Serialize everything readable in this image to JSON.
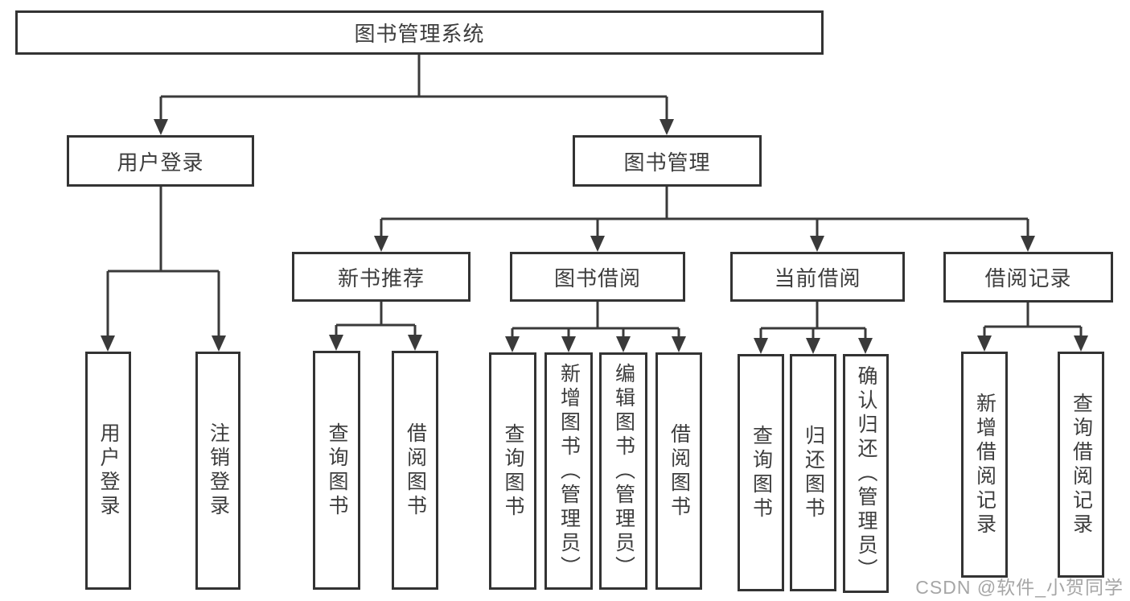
{
  "diagram_title": "图书管理系统",
  "colors": {
    "line": "#3a3a3a",
    "box_border": "#333333",
    "text": "#3d3d3d",
    "background": "#ffffff",
    "watermark": "#a6a6a6"
  },
  "tree": {
    "root": "图书管理系统",
    "children": [
      {
        "label": "用户登录",
        "children": [
          "用户登录",
          "注销登录"
        ]
      },
      {
        "label": "图书管理",
        "children": [
          {
            "label": "新书推荐",
            "children": [
              "查询图书",
              "借阅图书"
            ]
          },
          {
            "label": "图书借阅",
            "children": [
              "查询图书",
              "新增图书（管理员）",
              "编辑图书（管理员）",
              "借阅图书"
            ]
          },
          {
            "label": "当前借阅",
            "children": [
              "查询图书",
              "归还图书",
              "确认归还（管理员）"
            ]
          },
          {
            "label": "借阅记录",
            "children": [
              "新增借阅记录",
              "查询借阅记录"
            ]
          }
        ]
      }
    ]
  },
  "watermark": {
    "text": "CSDN @软件_小贺同学"
  }
}
